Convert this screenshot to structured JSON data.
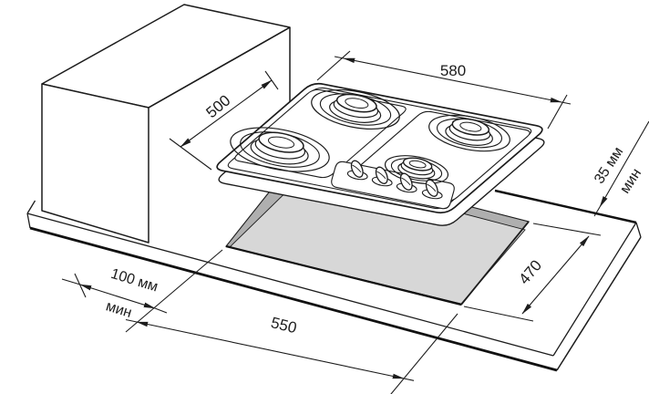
{
  "drawing": {
    "kind": "built-in gas hob installation diagram",
    "labels": {
      "hob_width": "580",
      "hob_depth": "500",
      "cutout_width": "550",
      "cutout_depth": "470",
      "rear_clearance": "35 мм",
      "rear_clearance_min": "мин",
      "side_clearance": "100 мм",
      "side_clearance_min": "мин"
    },
    "colors": {
      "line": "#1c1c1c",
      "cutout_floor": "#d7d7d7",
      "cutout_wall": "#afafaf",
      "background": "#ffffff"
    }
  }
}
